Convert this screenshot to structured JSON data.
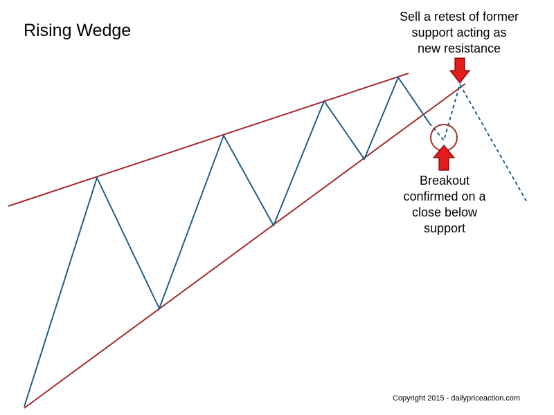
{
  "title": "Rising Wedge",
  "annotations": {
    "retest": [
      "Sell a retest of former",
      "support acting as",
      "new resistance"
    ],
    "breakout": [
      "Breakout",
      "confirmed on a",
      "close below",
      "support"
    ]
  },
  "copyright": "Copyright 2015 - dailypriceaction.com",
  "colors": {
    "trendline": "#a52a2a",
    "price": "#1f5f8b",
    "arrow": "#e21b1b",
    "arrow_outline": "#7a0000",
    "circle": "#a52a2a"
  },
  "icons": [
    "down-arrow-icon",
    "up-arrow-icon",
    "breakout-circle-icon"
  ]
}
